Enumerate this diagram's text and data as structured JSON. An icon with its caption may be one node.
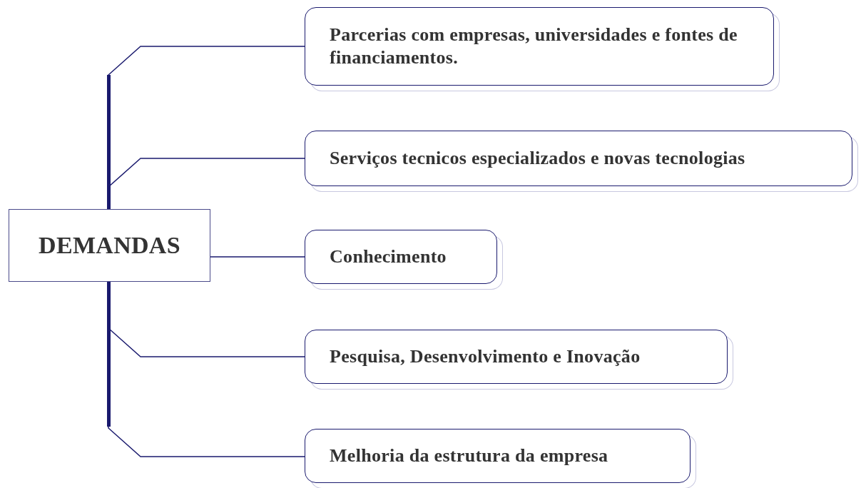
{
  "diagram": {
    "nodes": [
      {
        "text": [
          "DEMANDAS"
        ]
      },
      {
        "text": [
          "Parcerias com empresas, universidades e fontes de financiamentos."
        ]
      },
      {
        "text": [
          "Serviços tecnicos especializados e novas tecnologias"
        ]
      },
      {
        "text": [
          "Conhecimento"
        ]
      },
      {
        "text": [
          "Pesquisa, Desenvolvimento e Inovação"
        ]
      },
      {
        "text": [
          "Melhoria da estrutura da empresa"
        ]
      }
    ],
    "edges": [
      {
        "from": 0,
        "to": 1,
        "arrow": "none"
      },
      {
        "from": 0,
        "to": 2,
        "arrow": "none"
      },
      {
        "from": 0,
        "to": 3,
        "arrow": "none"
      },
      {
        "from": 0,
        "to": 4,
        "arrow": "none"
      },
      {
        "from": 0,
        "to": 5,
        "arrow": "none"
      }
    ]
  }
}
